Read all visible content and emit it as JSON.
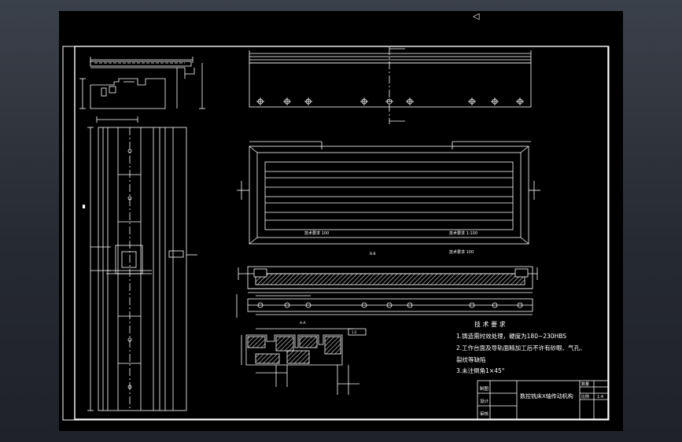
{
  "viewport": {
    "cursor_glyph": "◁"
  },
  "notes": {
    "heading": "技 术 要 求",
    "line1": "1.铸造需时效处理，硬度为180~230HBS",
    "line2": "2.工作台面及导轨面精加工后不许有砂眼、气孔、",
    "line3": "裂纹等缺陷",
    "line4": "3.未注倒角1×45°"
  },
  "title_block": {
    "title": "数控铣床X轴传动机构",
    "scale_label": "比例",
    "scale_value": "1:4",
    "count_label": "数量",
    "row_labels": [
      "制图",
      "设计",
      "审核"
    ]
  },
  "labels": {
    "view_note_left": "技术要求 100",
    "view_note_right": "技术要求 1:100",
    "section_note": "技术要求 100",
    "section_mark": "B-B",
    "detail_mark": "A-A",
    "detail_tag": "1:2"
  },
  "colors": {
    "sheet": "#000000",
    "lines": "#ffffff",
    "hatch": "#d8d8d8"
  }
}
